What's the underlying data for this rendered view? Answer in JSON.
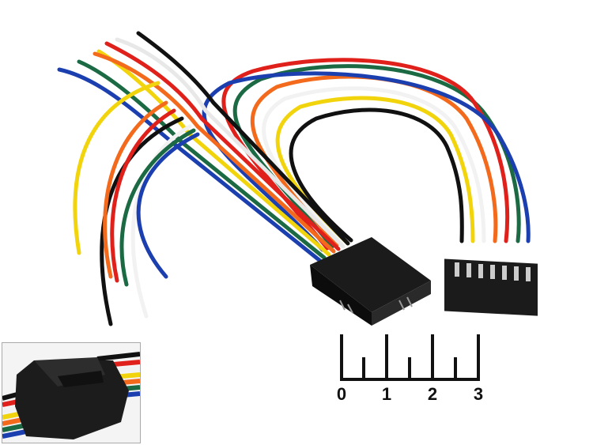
{
  "photo": {
    "subject": "",
    "wire_colors": [
      "#111111",
      "#f2f2f2",
      "#e0201b",
      "#f36a1c",
      "#f2d40c",
      "#1b6a44",
      "#1c3fb0"
    ],
    "connector_color": "#1b1b1b"
  },
  "ruler": {
    "labels": [
      "0",
      "1",
      "2",
      "3"
    ]
  }
}
